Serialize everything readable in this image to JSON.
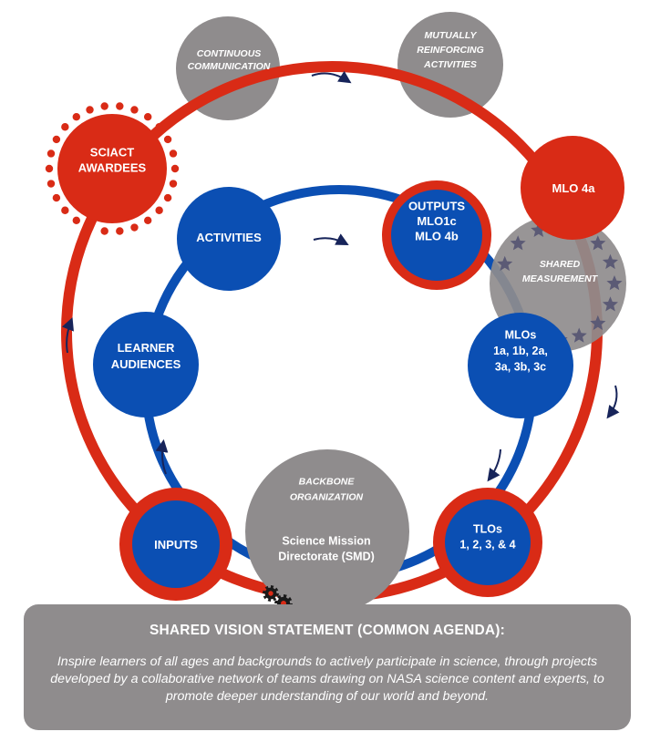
{
  "colors": {
    "red": "#d92b16",
    "blue": "#0b4fb3",
    "grey": "#8f8c8d",
    "star": "#5b5a75",
    "arrow": "#17245a"
  },
  "outer_ring": {
    "continuous_communication": [
      "CONTINUOUS",
      "COMMUNICATION"
    ],
    "mutually_reinforcing": [
      "MUTUALLY",
      "REINFORCING",
      "ACTIVITIES"
    ],
    "sciact_awardees": [
      "SCIACT",
      "AWARDEES"
    ],
    "mlo_4a": [
      "MLO 4a"
    ],
    "shared_measurement": [
      "SHARED",
      "MEASUREMENT"
    ]
  },
  "inner_ring": {
    "activities": [
      "ACTIVITIES"
    ],
    "outputs": [
      "OUTPUTS",
      "MLO1c",
      "MLO 4b"
    ],
    "mlos": [
      "MLOs",
      "1a, 1b,  2a,",
      "3a, 3b, 3c"
    ],
    "learner_audiences": [
      "LEARNER",
      "AUDIENCES"
    ],
    "inputs": [
      "INPUTS"
    ],
    "tlos": [
      "TLOs",
      "1, 2, 3, & 4"
    ]
  },
  "backbone": {
    "title": [
      "BACKBONE",
      "ORGANIZATION"
    ],
    "body": [
      "Science Mission",
      "Directorate (SMD)"
    ]
  },
  "vision": {
    "title": "SHARED VISION STATEMENT (COMMON AGENDA):",
    "text": "Inspire learners of all ages and backgrounds to actively participate in science, through projects developed by a collaborative network of teams drawing on NASA science content and experts, to promote deeper understanding of our world and beyond."
  },
  "icons": {
    "gears": "gears-icon",
    "stars": "star-icon",
    "arrows": "cycle-arrow-icon"
  }
}
